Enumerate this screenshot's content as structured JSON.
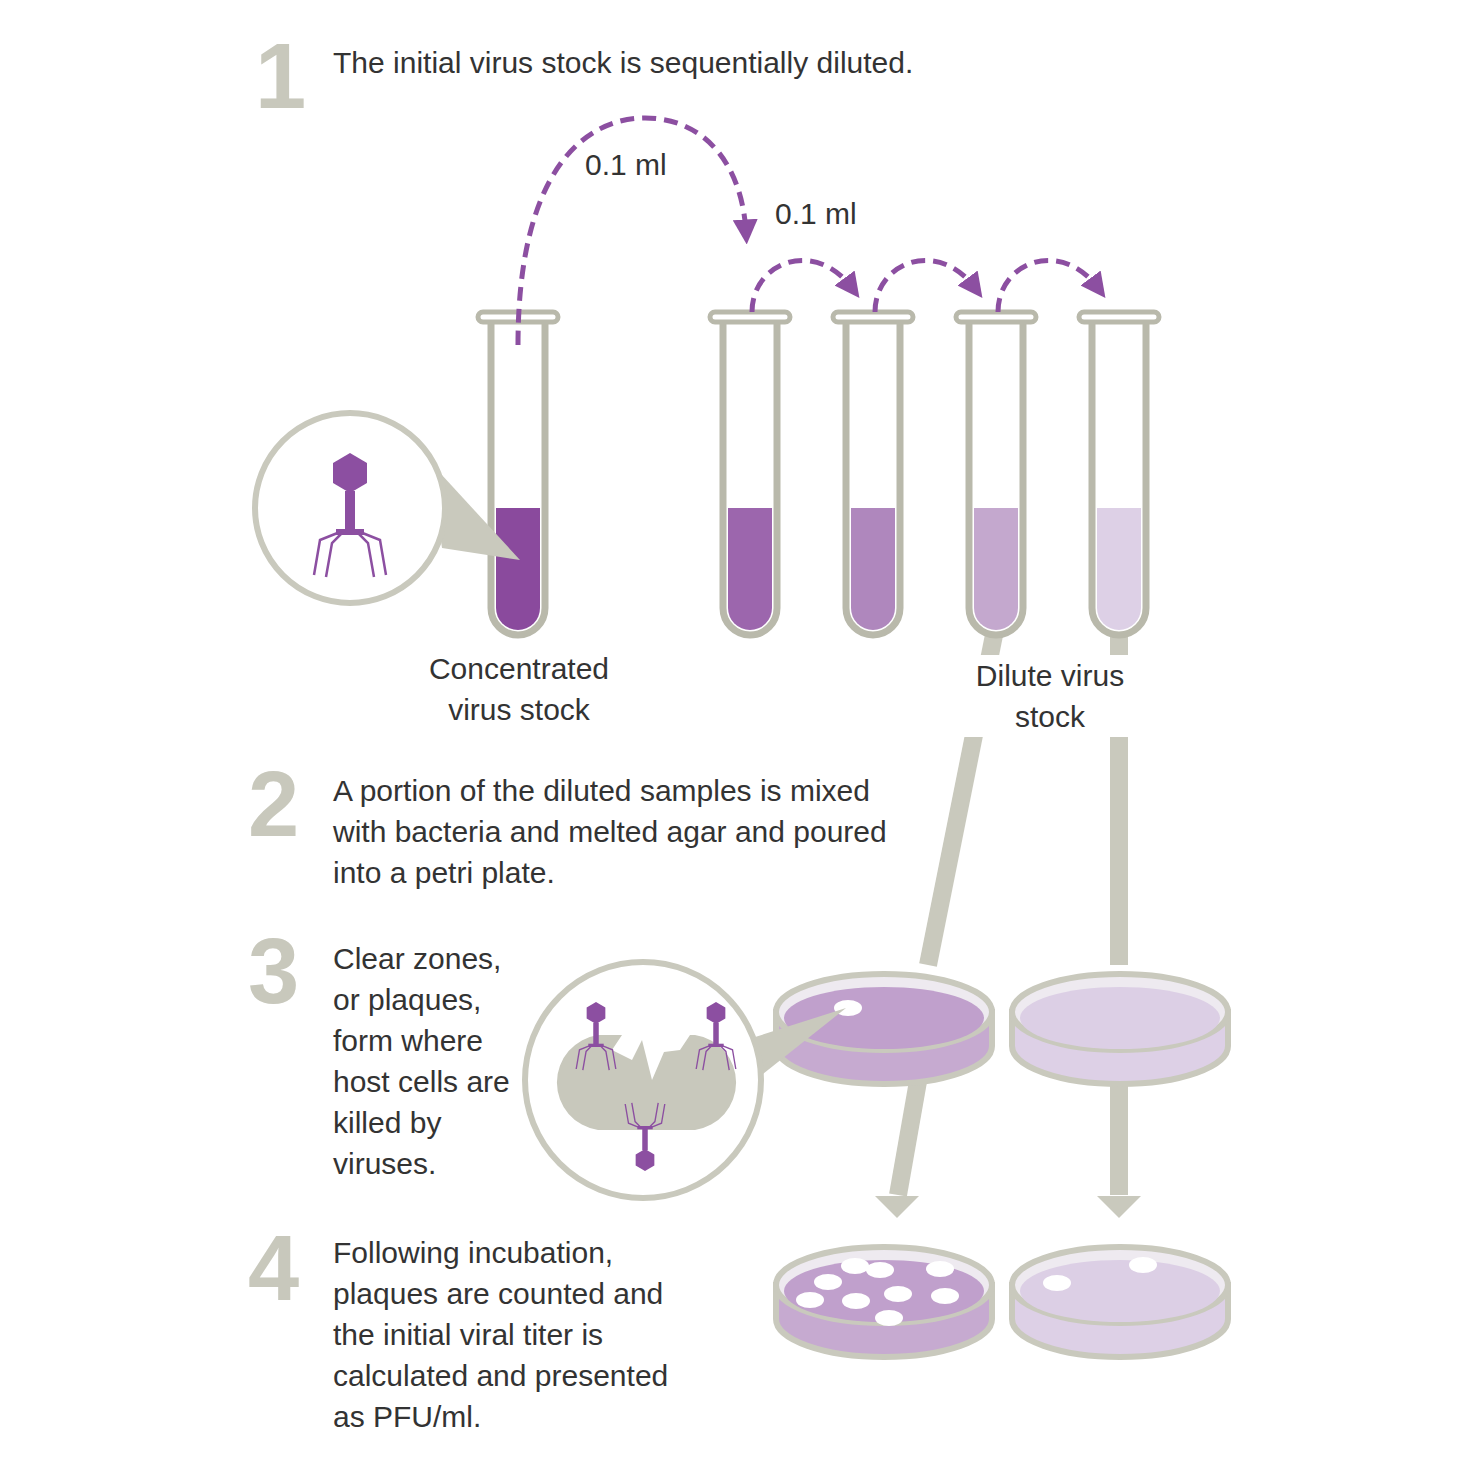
{
  "diagram": {
    "nodes": [
      {
        "text": [
          "Concentrated virus stock"
        ]
      },
      {
        "text": [
          "Dilute virus stock"
        ]
      }
    ],
    "labels": [
      "1",
      "The initial virus stock is sequentially diluted.",
      "0.1 ml",
      "0.1 ml",
      "2",
      "A portion of the diluted samples is mixed with bacteria and melted agar and poured into a petri plate.",
      "3",
      "Clear zones, or plaques, form where host cells are killed by viruses.",
      "4",
      "Following incubation, plaques are counted and the initial viral titer is calculated and presented as PFU/ml."
    ]
  }
}
